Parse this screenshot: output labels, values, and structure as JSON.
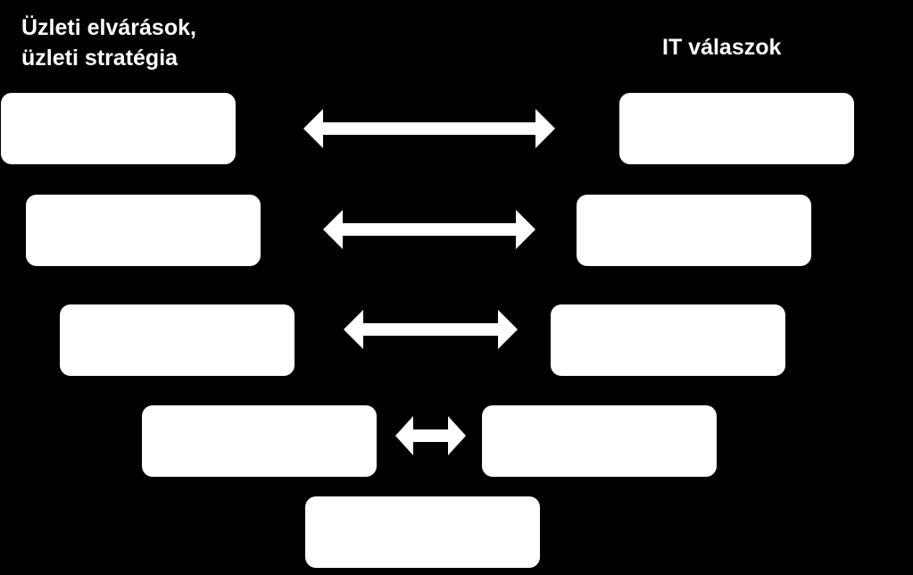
{
  "diagram": {
    "left_heading": {
      "line1": "Üzleti elvárások,",
      "line2": "üzleti stratégia"
    },
    "right_heading": "IT válaszok",
    "colors": {
      "background": "#000000",
      "boxes": "#ffffff",
      "arrows": "#ffffff",
      "text": "#ffffff"
    },
    "icons": [
      "double-arrow-icon"
    ],
    "left_boxes": [
      "",
      "",
      "",
      ""
    ],
    "right_boxes": [
      "",
      "",
      "",
      ""
    ],
    "bottom_box": ""
  }
}
